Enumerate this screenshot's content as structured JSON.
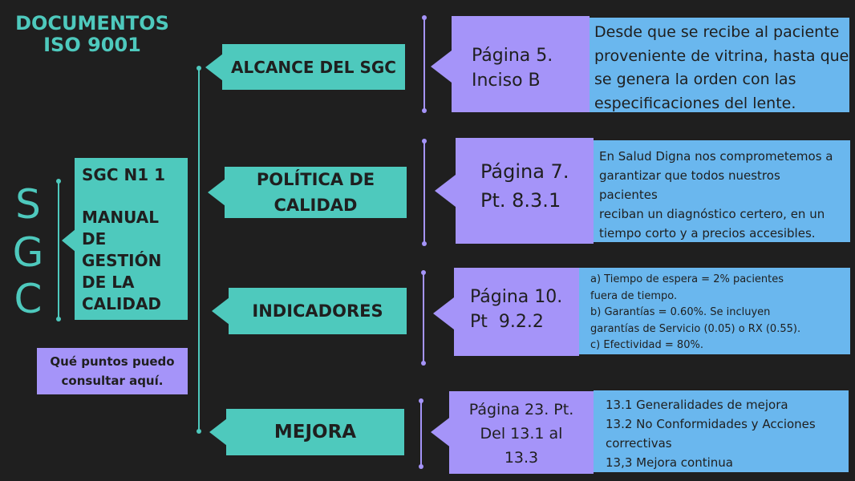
{
  "title": {
    "line1": "DOCUMENTOS",
    "line2": "ISO 9001"
  },
  "side_label": [
    "S",
    "G",
    "C"
  ],
  "main_box": {
    "code": "SGC N1 1",
    "lines": [
      "MANUAL",
      "DE",
      "GESTIÓN",
      "DE LA",
      "CALIDAD"
    ]
  },
  "consult_box": {
    "line1": "Qué puntos puedo",
    "line2": "consultar aquí."
  },
  "items": [
    {
      "category": [
        "ALCANCE DEL SGC"
      ],
      "page": [
        "Página 5.",
        "Inciso B"
      ],
      "description": [
        "Desde que se recibe al paciente",
        "proveniente de vitrina, hasta que",
        "se genera la orden con las",
        "especificaciones del lente."
      ]
    },
    {
      "category": [
        "POLÍTICA DE",
        "CALIDAD"
      ],
      "page": [
        "Página 7.",
        "Pt. 8.3.1"
      ],
      "description": [
        "En Salud Digna nos comprometemos a",
        "garantizar que todos nuestros",
        "pacientes",
        "reciban un diagnóstico certero, en un",
        "tiempo corto y a precios accesibles."
      ]
    },
    {
      "category": [
        "INDICADORES"
      ],
      "page": [
        "Página 10.",
        "Pt  9.2.2"
      ],
      "description": [
        "a) Tiempo de espera = 2% pacientes",
        "fuera de tiempo.",
        "b) Garantías = 0.60%. Se incluyen",
        "garantías de Servicio (0.05) o RX (0.55).",
        "c) Efectividad = 80%."
      ]
    },
    {
      "category": [
        "MEJORA"
      ],
      "page": [
        "Página 23. Pt.",
        "Del 13.1 al",
        "13.3"
      ],
      "description": [
        "13.1 Generalidades de mejora",
        "13.2 No Conformidades y Acciones",
        "correctivas",
        "13,3 Mejora continua"
      ]
    }
  ],
  "colors": {
    "background": "#1f1f1f",
    "teal": "#4ec9bd",
    "purple": "#a594f9",
    "blue": "#6ab7ee"
  }
}
